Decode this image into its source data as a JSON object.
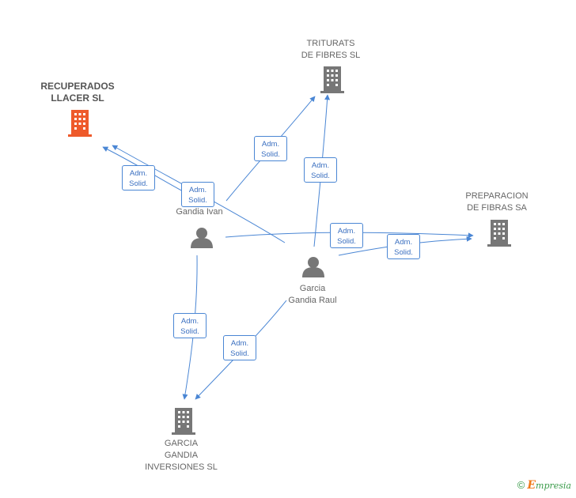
{
  "nodes": {
    "recuperados": {
      "label": "RECUPERADOS\nLLACER SL",
      "type": "company",
      "color": "#ee5a2b"
    },
    "triturats": {
      "label": "TRITURATS\nDE FIBRES SL",
      "type": "company",
      "color": "#777777"
    },
    "preparacion": {
      "label": "PREPARACION\nDE FIBRAS SA",
      "type": "company",
      "color": "#777777"
    },
    "garcia_inv": {
      "label": "GARCIA\nGANDIA\nINVERSIONES SL",
      "type": "company",
      "color": "#777777"
    },
    "gandia_ivan": {
      "label": "Gandia Ivan",
      "type": "person",
      "color": "#777777"
    },
    "garcia_raul": {
      "label": "Garcia\nGandia Raul",
      "type": "person",
      "color": "#777777"
    }
  },
  "edges": [
    {
      "from": "gandia_ivan",
      "to": "recuperados",
      "label": "Adm.\nSolid."
    },
    {
      "from": "garcia_raul",
      "to": "recuperados",
      "label": "Adm.\nSolid."
    },
    {
      "from": "gandia_ivan",
      "to": "triturats",
      "label": "Adm.\nSolid."
    },
    {
      "from": "garcia_raul",
      "to": "triturats",
      "label": "Adm.\nSolid."
    },
    {
      "from": "gandia_ivan",
      "to": "preparacion",
      "label": "Adm.\nSolid."
    },
    {
      "from": "garcia_raul",
      "to": "preparacion",
      "label": "Adm.\nSolid."
    },
    {
      "from": "gandia_ivan",
      "to": "garcia_inv",
      "label": "Adm.\nSolid."
    },
    {
      "from": "garcia_raul",
      "to": "garcia_inv",
      "label": "Adm.\nSolid."
    }
  ],
  "colors": {
    "edge": "#4a86d4",
    "badge_text": "#3a6fc0"
  },
  "footer": {
    "copyright": "©",
    "brand_initial": "E",
    "brand_rest": "mpresia"
  }
}
